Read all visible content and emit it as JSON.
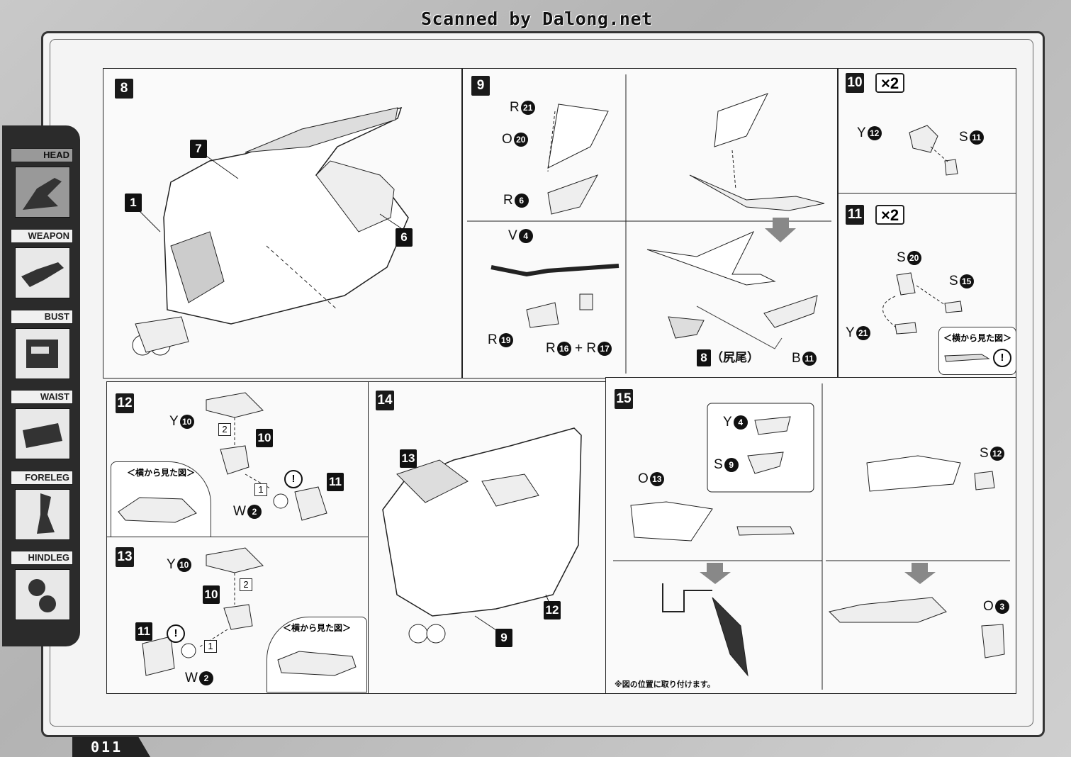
{
  "header": {
    "scan_credit": "Scanned by Dalong.net"
  },
  "page_number": "011",
  "sidebar": {
    "items": [
      {
        "label": "HEAD"
      },
      {
        "label": "WEAPON"
      },
      {
        "label": "BUST"
      },
      {
        "label": "WAIST"
      },
      {
        "label": "FORELEG"
      },
      {
        "label": "HINDLEG"
      }
    ]
  },
  "steps": {
    "s8": {
      "num": "8",
      "callouts": [
        "7",
        "1",
        "6"
      ]
    },
    "s9": {
      "num": "9",
      "parts": {
        "r21": "R",
        "r21n": "21",
        "o20": "O",
        "o20n": "20",
        "r6": "R",
        "r6n": "6",
        "v4": "V",
        "v4n": "4",
        "r19": "R",
        "r19n": "19",
        "r16": "R",
        "r16n": "16",
        "plus": "+",
        "r17": "R",
        "r17n": "17",
        "b11": "B",
        "b11n": "11"
      },
      "ref": "8",
      "ref_note": "（尻尾）"
    },
    "s10": {
      "num": "10",
      "mult": "×2",
      "parts": {
        "y12": "Y",
        "y12n": "12",
        "s11": "S",
        "s11n": "11"
      }
    },
    "s11": {
      "num": "11",
      "mult": "×2",
      "parts": {
        "s20": "S",
        "s20n": "20",
        "s15": "S",
        "s15n": "15",
        "y21": "Y",
        "y21n": "21"
      },
      "side_view": "＜横から見た図＞",
      "warn": "!"
    },
    "s12": {
      "num": "12",
      "parts": {
        "y10": "Y",
        "y10n": "10",
        "w2": "W",
        "w2n": "2"
      },
      "callouts": [
        "10",
        "11"
      ],
      "order": [
        "2",
        "1"
      ],
      "side_view": "＜横から見た図＞",
      "warn": "!"
    },
    "s13": {
      "num": "13",
      "parts": {
        "y10": "Y",
        "y10n": "10",
        "w2": "W",
        "w2n": "2"
      },
      "callouts": [
        "10",
        "11"
      ],
      "order": [
        "2",
        "1"
      ],
      "side_view": "＜横から見た図＞",
      "warn": "!"
    },
    "s14": {
      "num": "14",
      "callouts": [
        "13",
        "12",
        "9"
      ]
    },
    "s15": {
      "num": "15",
      "parts": {
        "y4": "Y",
        "y4n": "4",
        "s9": "S",
        "s9n": "9",
        "o13": "O",
        "o13n": "13",
        "s12": "S",
        "s12n": "12",
        "o3": "O",
        "o3n": "3"
      },
      "note": "※図の位置に取り付けます。"
    }
  }
}
